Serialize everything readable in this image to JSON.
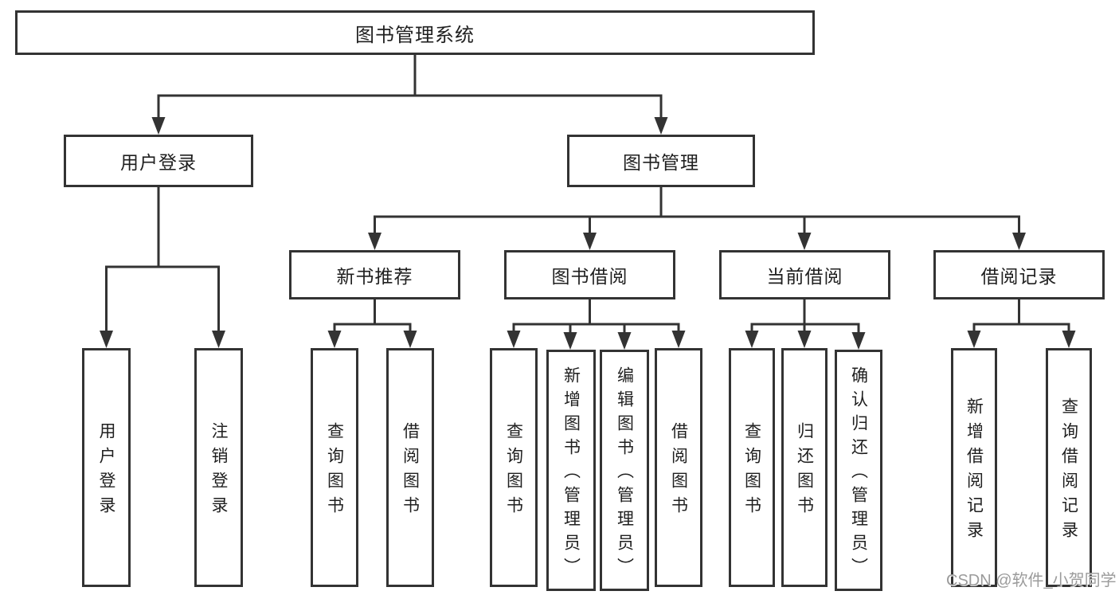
{
  "diagram": {
    "type": "org-tree",
    "colors": {
      "line": "#333333",
      "box_border": "#333333",
      "box_fill": "#ffffff",
      "text": "#1f1f1f",
      "watermark": "#9b9b9b",
      "background": "#ffffff"
    },
    "tree": {
      "label": "图书管理系统",
      "children": [
        {
          "label": "用户登录",
          "children": [
            {
              "label": "用户登录"
            },
            {
              "label": "注销登录"
            }
          ]
        },
        {
          "label": "图书管理",
          "children": [
            {
              "label": "新书推荐",
              "children": [
                {
                  "label": "查询图书"
                },
                {
                  "label": "借阅图书"
                }
              ]
            },
            {
              "label": "图书借阅",
              "children": [
                {
                  "label": "查询图书"
                },
                {
                  "label": "新增图书（管理员）"
                },
                {
                  "label": "编辑图书（管理员）"
                },
                {
                  "label": "借阅图书"
                }
              ]
            },
            {
              "label": "当前借阅",
              "children": [
                {
                  "label": "查询图书"
                },
                {
                  "label": "归还图书"
                },
                {
                  "label": "确认归还（管理员）"
                }
              ]
            },
            {
              "label": "借阅记录",
              "children": [
                {
                  "label": "新增借阅记录"
                },
                {
                  "label": "查询借阅记录"
                }
              ]
            }
          ]
        }
      ]
    },
    "watermark": {
      "text": "CSDN @软件_小贺同学"
    }
  }
}
